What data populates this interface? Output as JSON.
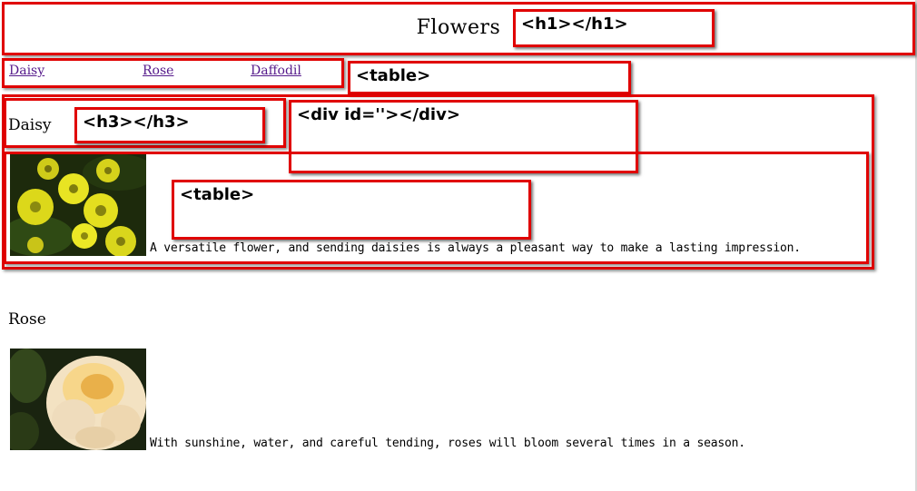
{
  "page_title": "Flowers",
  "nav": {
    "links": [
      "Daisy",
      "Rose",
      "Daffodil"
    ]
  },
  "annotations": {
    "h1": "<h1></h1>",
    "table_nav": "<table>",
    "h3": "<h3></h3>",
    "div_id": "<div id=''></div>",
    "table_inner": "<table>"
  },
  "sections": [
    {
      "heading": "Daisy",
      "image_subject": "yellow daisy flowers",
      "description": "A versatile flower, and sending daisies is always a pleasant way to make a lasting impression."
    },
    {
      "heading": "Rose",
      "image_subject": "cream rose",
      "description": "With sunshine, water, and careful tending, roses will bloom several times in a season."
    }
  ],
  "colors": {
    "annotation_border": "#e00000",
    "visited_link": "#551a8b"
  }
}
